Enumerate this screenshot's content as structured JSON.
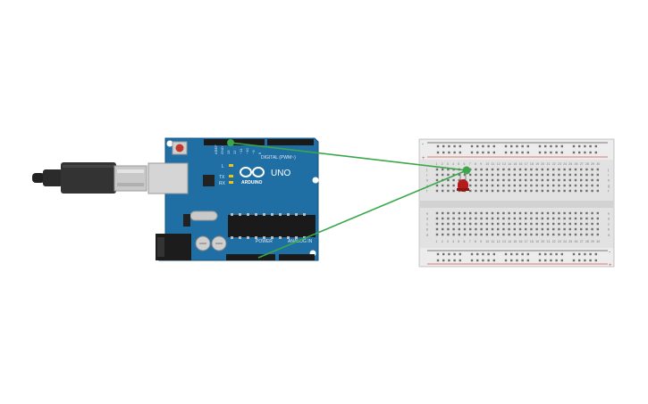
{
  "arduino": {
    "logo_text": "UNO",
    "brand": "ARDUINO",
    "digital_header": "DIGITAL (PWM~)",
    "power_header": "POWER",
    "analog_header": "ANALOG IN",
    "led_labels": [
      "L",
      "TX",
      "RX"
    ],
    "board_color": "#1f6fa4"
  },
  "breadboard": {
    "column_numbers": [
      "1",
      "2",
      "3",
      "4",
      "5",
      "6",
      "7",
      "8",
      "9",
      "10",
      "11",
      "12",
      "13",
      "14",
      "15",
      "16",
      "17",
      "18",
      "19",
      "20",
      "21",
      "22",
      "23",
      "24",
      "25",
      "26",
      "27",
      "28",
      "29",
      "30"
    ],
    "row_letters_top": [
      "j",
      "i",
      "h",
      "g",
      "f"
    ],
    "row_letters_bottom": [
      "e",
      "d",
      "c",
      "b",
      "a"
    ],
    "rail_plus": "+",
    "rail_minus": "-"
  },
  "components": {
    "led_color": "#b31b1b",
    "wire_color": "#3aa84a"
  }
}
